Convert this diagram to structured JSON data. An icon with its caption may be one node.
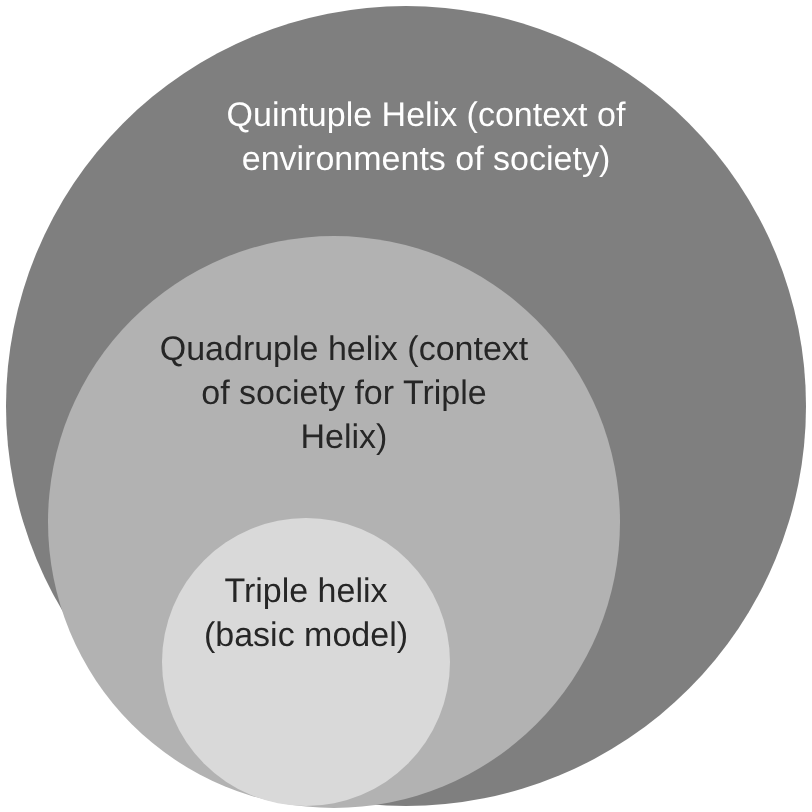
{
  "diagram": {
    "nodes": [
      {
        "text": [
          "Quintuple Helix (context of environments of society)"
        ]
      },
      {
        "text": [
          "Quadruple helix (context of society for Triple Helix)"
        ],
        "in": 0
      },
      {
        "text": [
          "Triple helix (basic model)"
        ],
        "in": 1
      }
    ]
  }
}
